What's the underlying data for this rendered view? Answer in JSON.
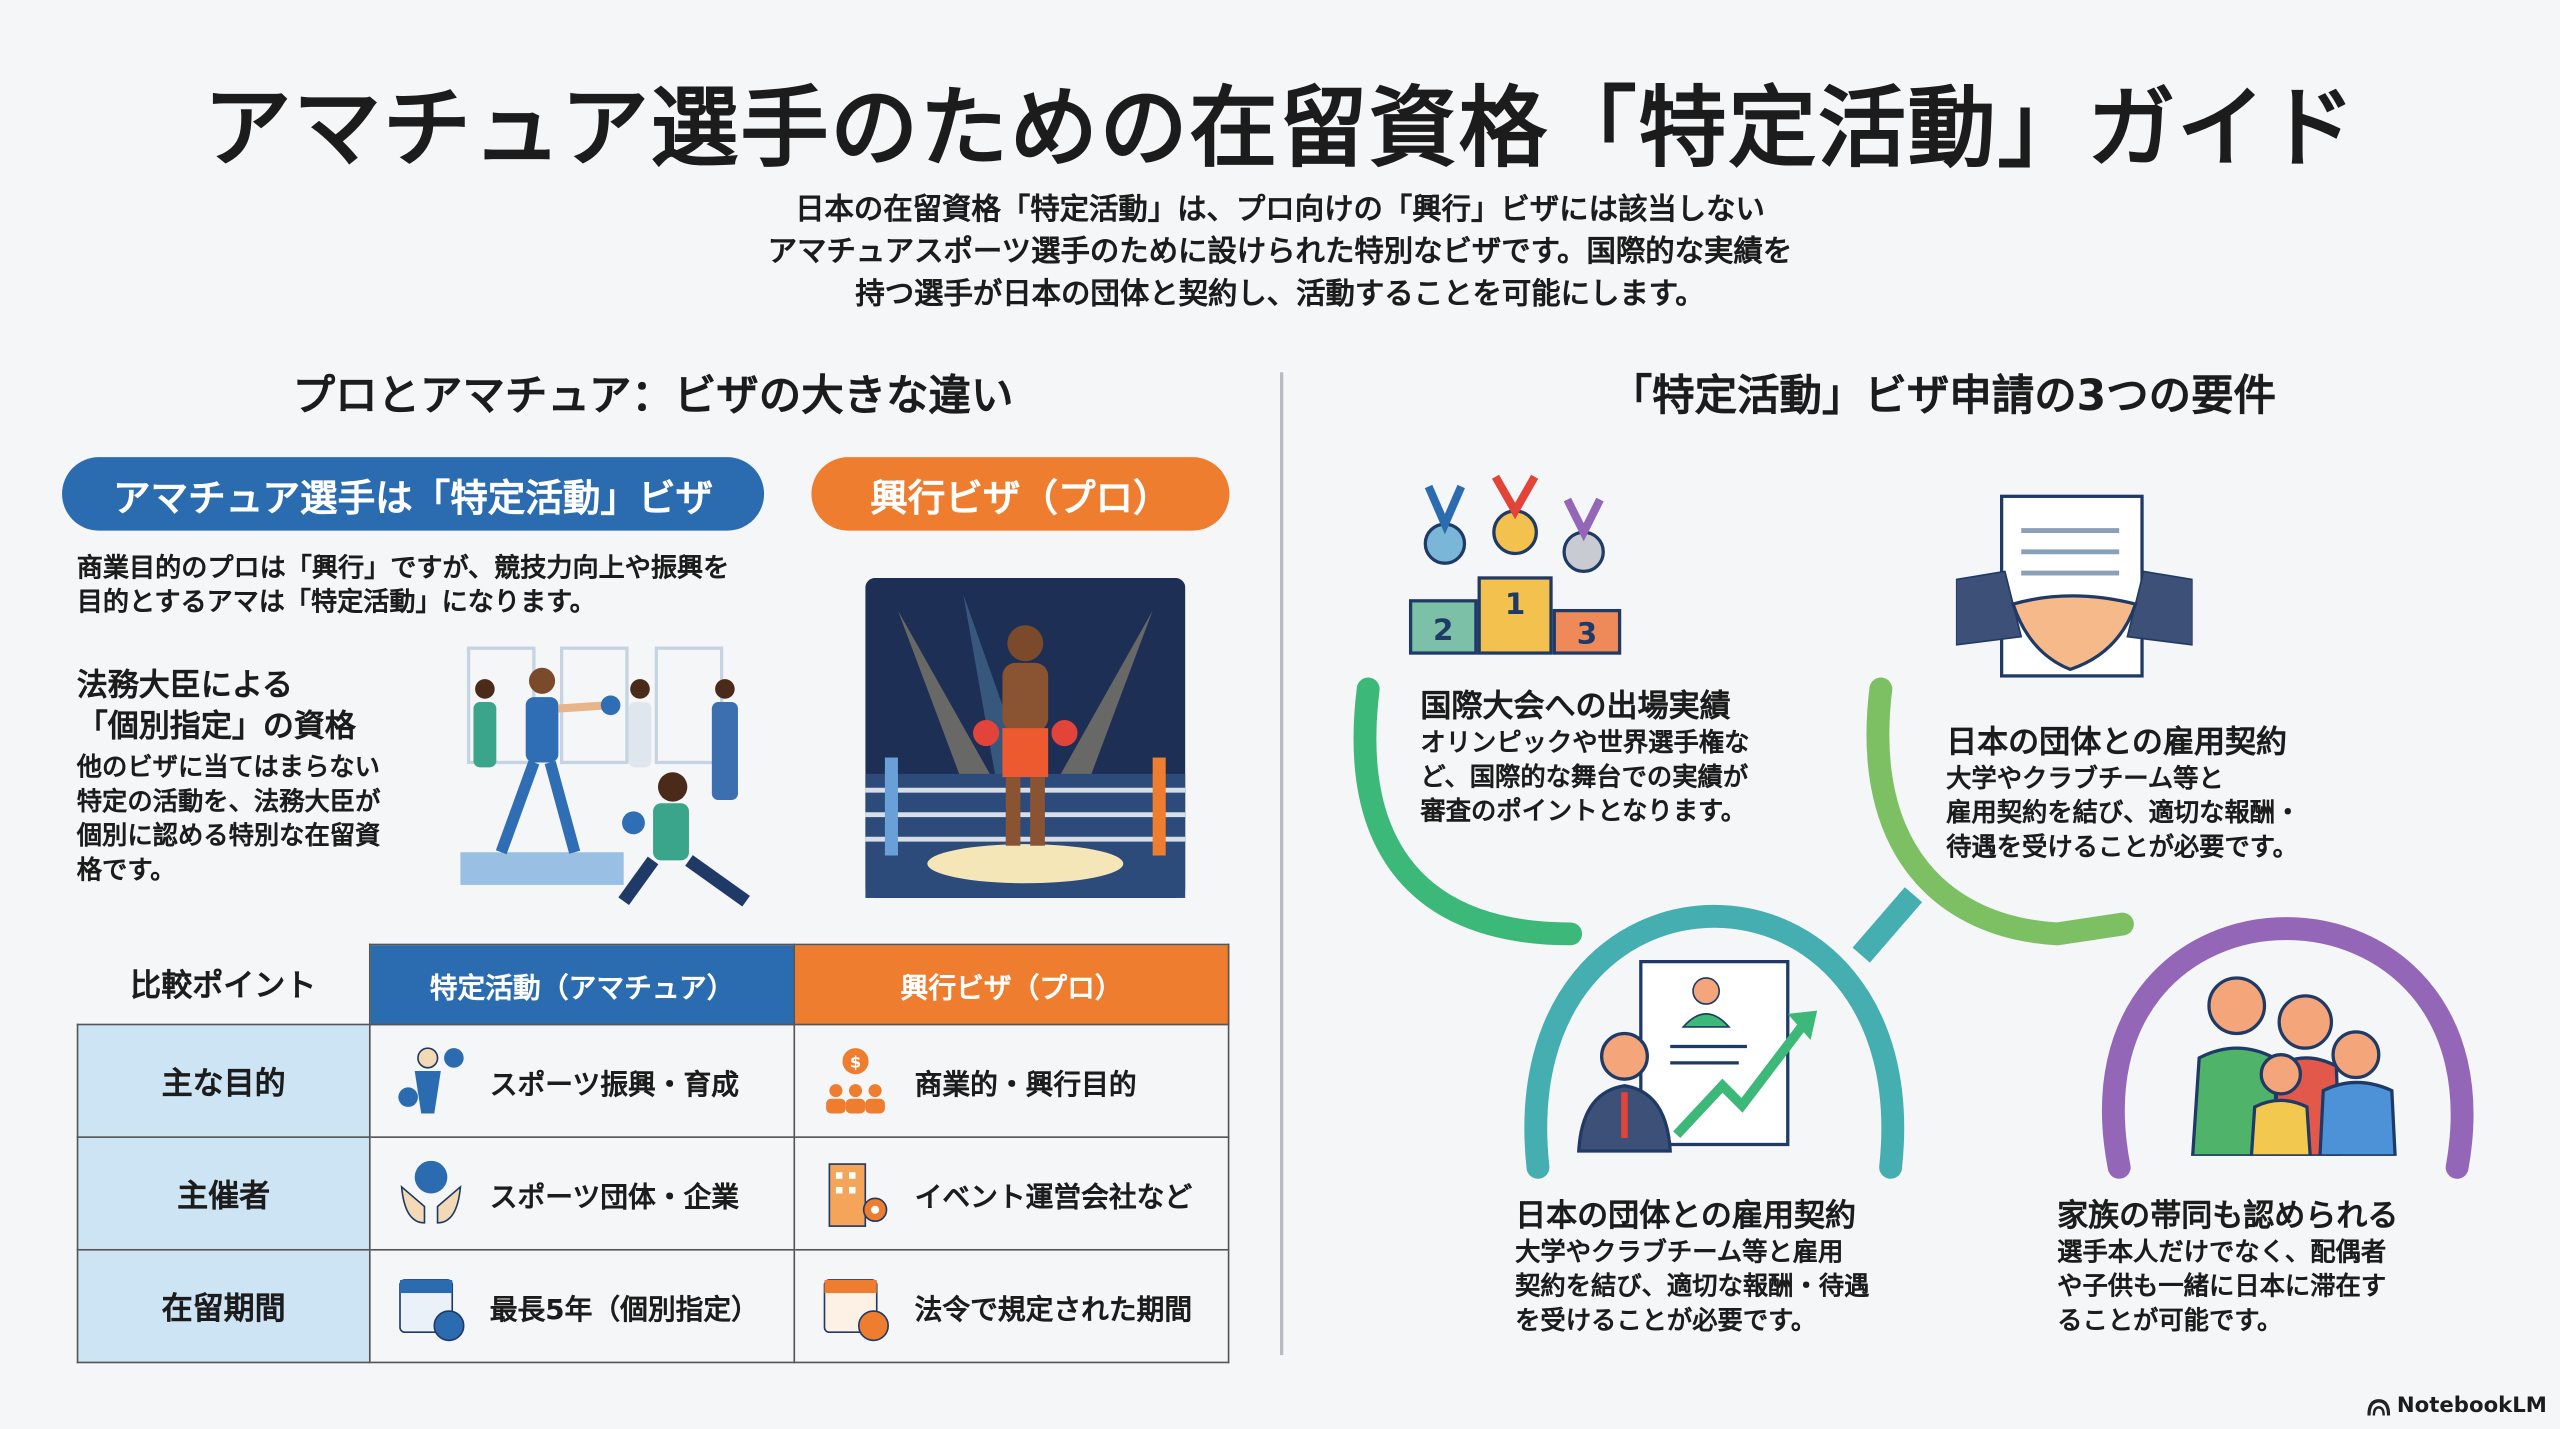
{
  "title": "アマチュア選手のための在留資格「特定活動」ガイド",
  "intro": [
    "日本の在留資格「特定活動」は、プロ向けの「興行」ビザには該当しない",
    "アマチュアスポーツ選手のために設けられた特別なビザです。国際的な実績を",
    "持つ選手が日本の団体と契約し、活動することを可能にします。"
  ],
  "left": {
    "heading": "プロとアマチュア：ビザの大きな違い",
    "amateur_pill": "アマチュア選手は「特定活動」ビザ",
    "pro_pill": "興行ビザ（プロ）",
    "desc": [
      "商業目的のプロは「興行」ですが、競技力向上や振興を",
      "目的とするアマは「特定活動」になります。"
    ],
    "designation_title": [
      "法務大臣による",
      "「個別指定」の資格"
    ],
    "designation_body": [
      "他のビザに当てはまらない",
      "特定の活動を、法務大臣が",
      "個別に認める特別な在留資",
      "格です。"
    ],
    "table": {
      "corner": "比較ポイント",
      "col_amateur": "特定活動（アマチュア）",
      "col_pro": "興行ビザ（プロ）",
      "rows": [
        {
          "label": "主な目的",
          "amateur": "スポーツ振興・育成",
          "pro": "商業的・興行目的",
          "amateur_icon": "athlete-icon",
          "pro_icon": "money-audience-icon"
        },
        {
          "label": "主催者",
          "amateur": "スポーツ団体・企業",
          "pro": "イベント運営会社など",
          "amateur_icon": "hands-ball-icon",
          "pro_icon": "building-gear-icon"
        },
        {
          "label": "在留期間",
          "amateur": "最長5年（個別指定）",
          "pro": "法令で規定された期間",
          "amateur_icon": "calendar-clock-icon",
          "pro_icon": "calendar-clock-icon"
        }
      ]
    }
  },
  "right": {
    "heading": "「特定活動」ビザ申請の3つの要件",
    "items": [
      {
        "title": "国際大会への出場実績",
        "body": [
          "オリンピックや世界選手権な",
          "ど、国際的な舞台での実績が",
          "審査のポイントとなります。"
        ]
      },
      {
        "title": "日本の団体との雇用契約",
        "body": [
          "大学やクラブチーム等と",
          "雇用契約を結び、適切な報酬・",
          "待遇を受けることが必要です。"
        ]
      },
      {
        "title": "日本の団体との雇用契約",
        "body": [
          "大学やクラブチーム等と雇用",
          "契約を結び、適切な報酬・待遇",
          "を受けることが必要です。"
        ]
      },
      {
        "title": "家族の帯同も認められる",
        "body": [
          "選手本人だけでなく、配偶者",
          "や子供も一緒に日本に滞在す",
          "ることが可能です。"
        ]
      }
    ],
    "podium_numbers": [
      "2",
      "1",
      "3"
    ]
  },
  "brand": "NotebookLM",
  "colors": {
    "blue": "#2b6cb0",
    "orange": "#ee7d2f",
    "green": "#3cb878",
    "teal": "#45aeb0",
    "lightgreen": "#7cc063",
    "purple": "#9466b8"
  }
}
